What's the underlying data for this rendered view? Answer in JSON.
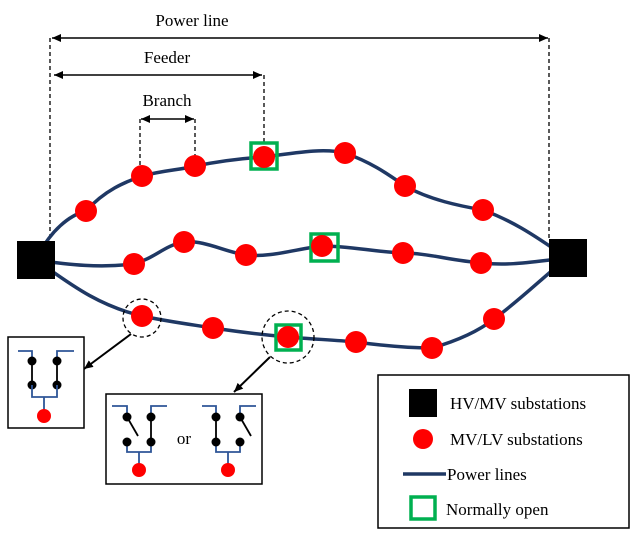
{
  "dimension_labels": {
    "power_line": "Power line",
    "feeder": "Feeder",
    "branch": "Branch"
  },
  "switch_detail": {
    "or_text": "or"
  },
  "legend": {
    "hv_mv": "HV/MV substations",
    "mv_lv": "MV/LV substations",
    "power_lines": "Power lines",
    "normally_open": "Normally open"
  },
  "colors": {
    "line": "#1f3864",
    "substation_mvlv": "#ff0000",
    "substation_hvmv": "#000000",
    "normally_open": "#00b050",
    "switch_bus": "#2e5597"
  },
  "icons": {
    "hv_mv": "black-square-icon",
    "mv_lv": "red-circle-icon",
    "normally_open": "green-square-outline-icon",
    "arrow": "double-headed-arrow-icon",
    "switch_closed": "closed-switch-icon",
    "switch_open": "open-switch-icon"
  }
}
